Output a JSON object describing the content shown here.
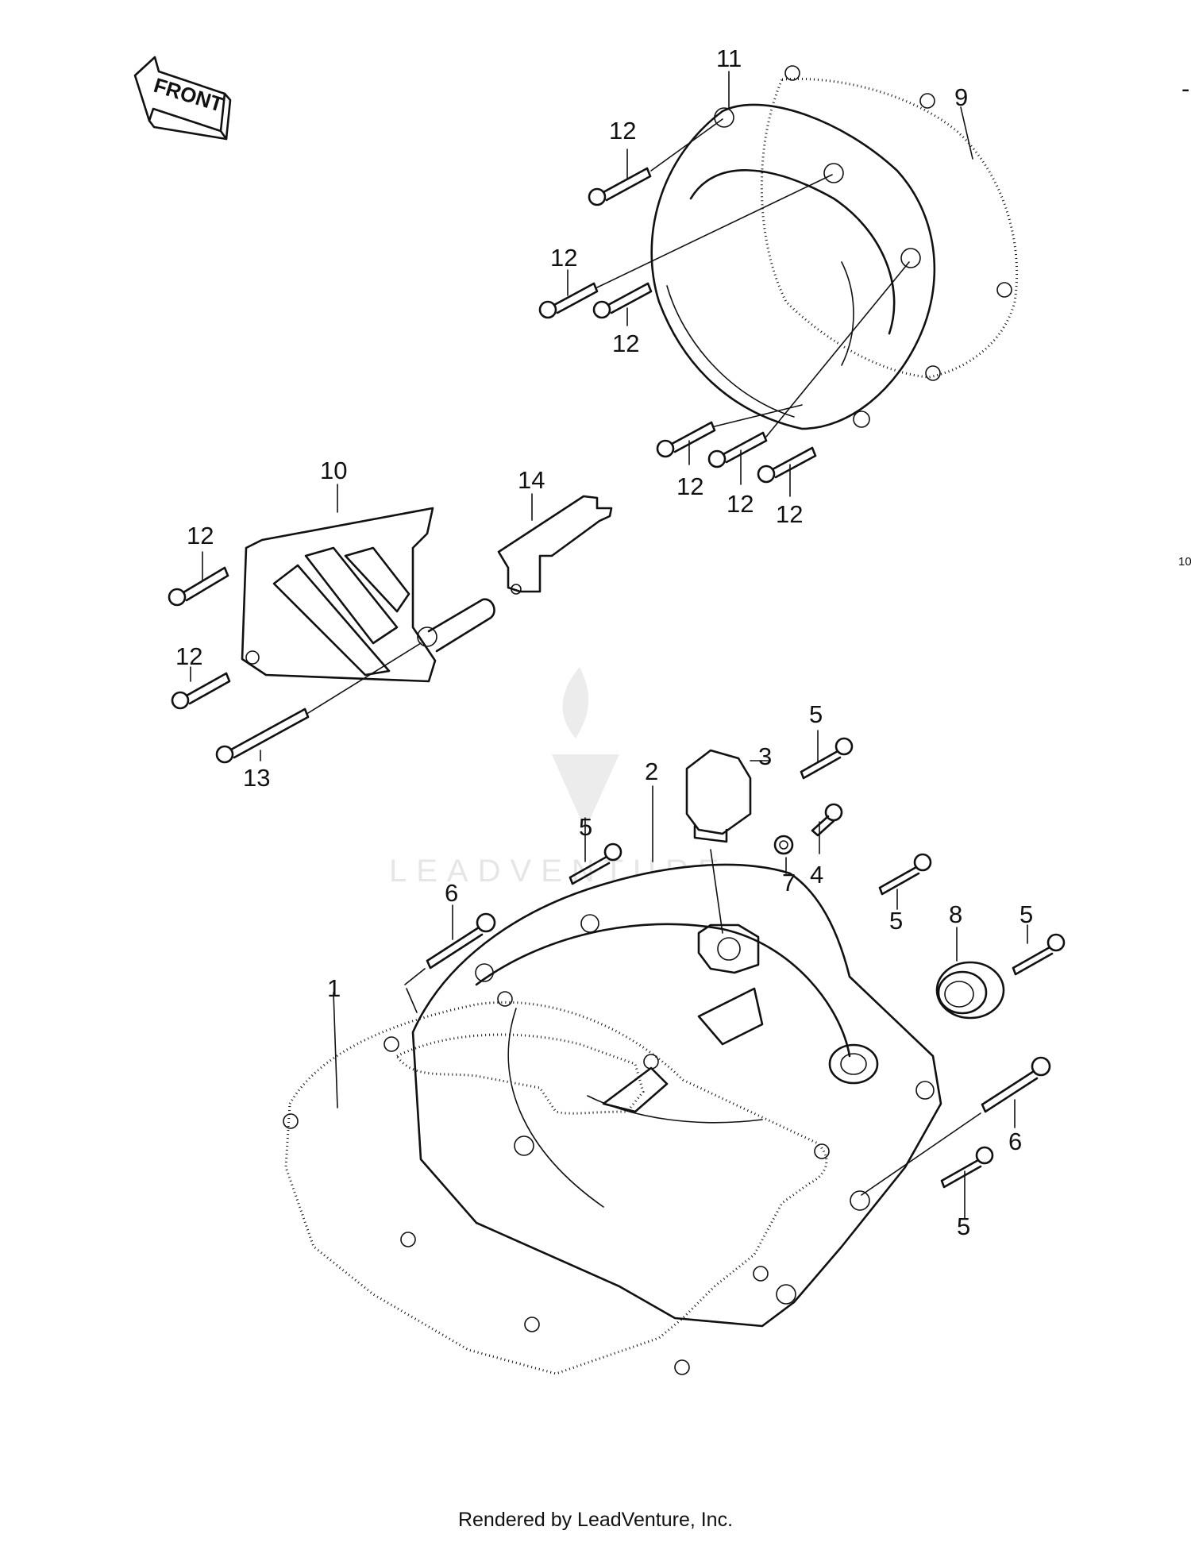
{
  "direction_marker": {
    "text": "FRONT"
  },
  "watermark": {
    "text": "LEADVENTURE"
  },
  "edge_marks": {
    "top_right": "-",
    "side_right": "10"
  },
  "callouts": [
    {
      "id": "c1",
      "label": "1"
    },
    {
      "id": "c2",
      "label": "2"
    },
    {
      "id": "c3",
      "label": "3"
    },
    {
      "id": "c4",
      "label": "4"
    },
    {
      "id": "c5a",
      "label": "5"
    },
    {
      "id": "c5b",
      "label": "5"
    },
    {
      "id": "c5c",
      "label": "5"
    },
    {
      "id": "c5d",
      "label": "5"
    },
    {
      "id": "c5e",
      "label": "5"
    },
    {
      "id": "c6a",
      "label": "6"
    },
    {
      "id": "c6b",
      "label": "6"
    },
    {
      "id": "c7",
      "label": "7"
    },
    {
      "id": "c8",
      "label": "8"
    },
    {
      "id": "c9",
      "label": "9"
    },
    {
      "id": "c10",
      "label": "10"
    },
    {
      "id": "c11",
      "label": "11"
    },
    {
      "id": "c12a",
      "label": "12"
    },
    {
      "id": "c12b",
      "label": "12"
    },
    {
      "id": "c12c",
      "label": "12"
    },
    {
      "id": "c12d",
      "label": "12"
    },
    {
      "id": "c12e",
      "label": "12"
    },
    {
      "id": "c12f",
      "label": "12"
    },
    {
      "id": "c12g",
      "label": "12"
    },
    {
      "id": "c12h",
      "label": "12"
    },
    {
      "id": "c13",
      "label": "13"
    },
    {
      "id": "c14",
      "label": "14"
    }
  ],
  "footer": {
    "text": "Rendered by LeadVenture, Inc."
  }
}
